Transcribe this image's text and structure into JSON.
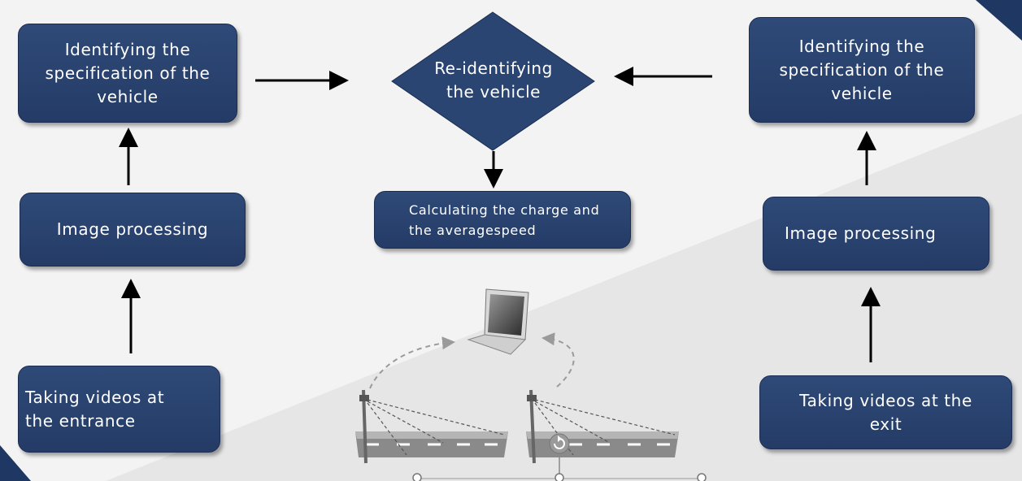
{
  "colors": {
    "box_fill": "#2b4572",
    "box_border": "#1b2d52",
    "text": "#ffffff",
    "arrow": "#000000",
    "background_light": "#f2f2f2",
    "background_mid": "#e9e9e9",
    "corner_accent": "#1f3763"
  },
  "nodes": {
    "left_spec": "Identifying the\nspecification of the\nvehicle",
    "left_processing": "Image processing",
    "left_videos": "Taking  videos at\n       the  entrance",
    "center_diamond": "Re-identifying\nthe vehicle",
    "center_calc": "Calculating the charge  and\nthe averagespeed",
    "right_spec": "Identifying the\nspecification of the\nvehicle",
    "right_processing": "Image processing",
    "right_videos": "Taking videos at the\nexit"
  },
  "illustration": {
    "icons": [
      "laptop-icon",
      "camera-pole-icon",
      "road-icon",
      "refresh-icon"
    ]
  }
}
